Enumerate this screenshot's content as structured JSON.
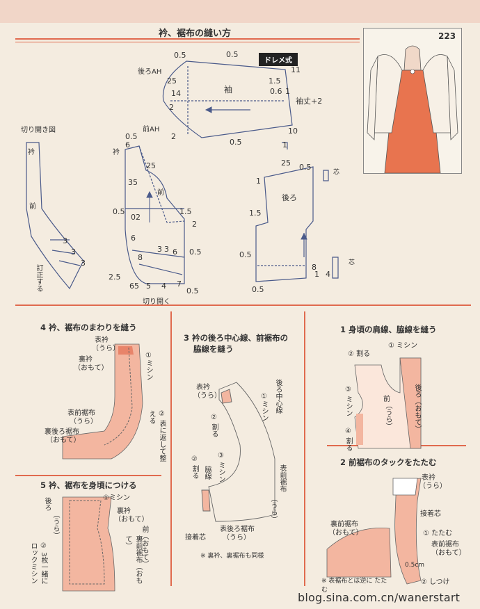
{
  "header": {
    "title": "衿、裾布の縫い方",
    "page_number": "223"
  },
  "tag": "ドレメ式",
  "pattern": {
    "sleeve": {
      "label": "袖",
      "back_ah": "後ろAH",
      "front_ah": "前AH",
      "note": "袖丈+2",
      "nums": {
        "a": "0.5",
        "b": "0.5",
        "c": "25",
        "d": "14",
        "e": "2",
        "f": "2",
        "g": "0.5",
        "h": "11",
        "i": "1.5",
        "j": "0.6",
        "k": "1",
        "l": "10",
        "m": "1"
      }
    },
    "cut_label": "切り開き図",
    "collar_label": "衿",
    "front_label": "前",
    "back_label": "後ろ",
    "adjust_label": "訂正する",
    "cut_open_label": "切り開く",
    "core_label": "芯",
    "nums": {
      "n1": "0.5",
      "n2": "6",
      "n3": "25",
      "n4": "35",
      "n5": "0.5",
      "n6": "02",
      "n7": "6",
      "n8": "1.5",
      "n9": "2",
      "n10": "8",
      "n11": "3",
      "n12": "3",
      "n13": "6",
      "n14": "0.5",
      "n15": "2.5",
      "n16": "65",
      "n17": "5",
      "n18": "4",
      "n19": "7",
      "n20": "0.5",
      "n21": "3",
      "n22": "3",
      "n23": "3",
      "b1": "25",
      "b2": "0.5",
      "b3": "1",
      "b4": "1.5",
      "b5": "8",
      "b6": "0.5",
      "b7": "0.5",
      "b8": "1",
      "b9": "4"
    }
  },
  "steps": {
    "s4": {
      "title": "4 衿、裾布のまわりを縫う",
      "omote_eri": "表衿",
      "ura": "（うら）",
      "ura_eri": "裏衿",
      "omote": "（おもて）",
      "mishin": "①ミシン",
      "front_hem": "表前裾布",
      "ura2": "（うら）",
      "back_hem": "裏後ろ裾布",
      "omote2": "（おもて）",
      "turn": "② 表に返して整える"
    },
    "s5": {
      "title": "5 衿、裾布を身頃につける",
      "mishin": "①ミシン",
      "back": "後ろ",
      "ura": "（うら）",
      "ura_eri": "裏衿",
      "omote": "（おもて）",
      "front": "前（おもて）",
      "ura_front_hem": "裏前裾布（おもて）",
      "lock": "② 3枚一緒に ロックミシン"
    },
    "s3": {
      "title1": "3 衿の後ろ中心線、前裾布の",
      "title2": "脇線を縫う",
      "omote_eri": "表衿",
      "ura": "（うら）",
      "back_center": "後ろ中心線",
      "mishin1": "①ミシン",
      "wari1": "② 割る",
      "wari2": "② 割る",
      "mishin2": "③ ミシン",
      "side": "脇線",
      "front_hem": "表前裾布",
      "ura2": "（うら）",
      "back_hem": "表後ろ裾布",
      "ura3": "（うら）",
      "interfacing": "接着芯",
      "note": "※ 裏衿、裏裾布も同様"
    },
    "s1": {
      "title": "1 身頃の肩線、脇線を縫う",
      "wari": "② 割る",
      "mishin1": "① ミシン",
      "mishin3": "③ ミシン",
      "wari4": "④ 割る",
      "front": "前",
      "ura": "（うら）",
      "back": "後ろ（おもて）"
    },
    "s2": {
      "title": "2 前裾布のタックをたたむ",
      "omote_eri": "表衿",
      "ura": "（うら）",
      "interfacing": "接着芯",
      "tatamu": "① たたむ",
      "omote_front_hem": "表前裾布",
      "omote": "（おもて）",
      "ura_front_hem": "裏前裾布",
      "omote2": "（おもて）",
      "cm": "0.5cm",
      "shitsuke": "② しつけ",
      "note": "※ 表裾布とは逆に たたむ"
    }
  },
  "watermark": "blog.sina.com.cn/wanerstart",
  "colors": {
    "accent": "#e06a4e",
    "fabric": "#f3b6a0",
    "line": "#4a5a8a",
    "dress": "#e8744f"
  }
}
